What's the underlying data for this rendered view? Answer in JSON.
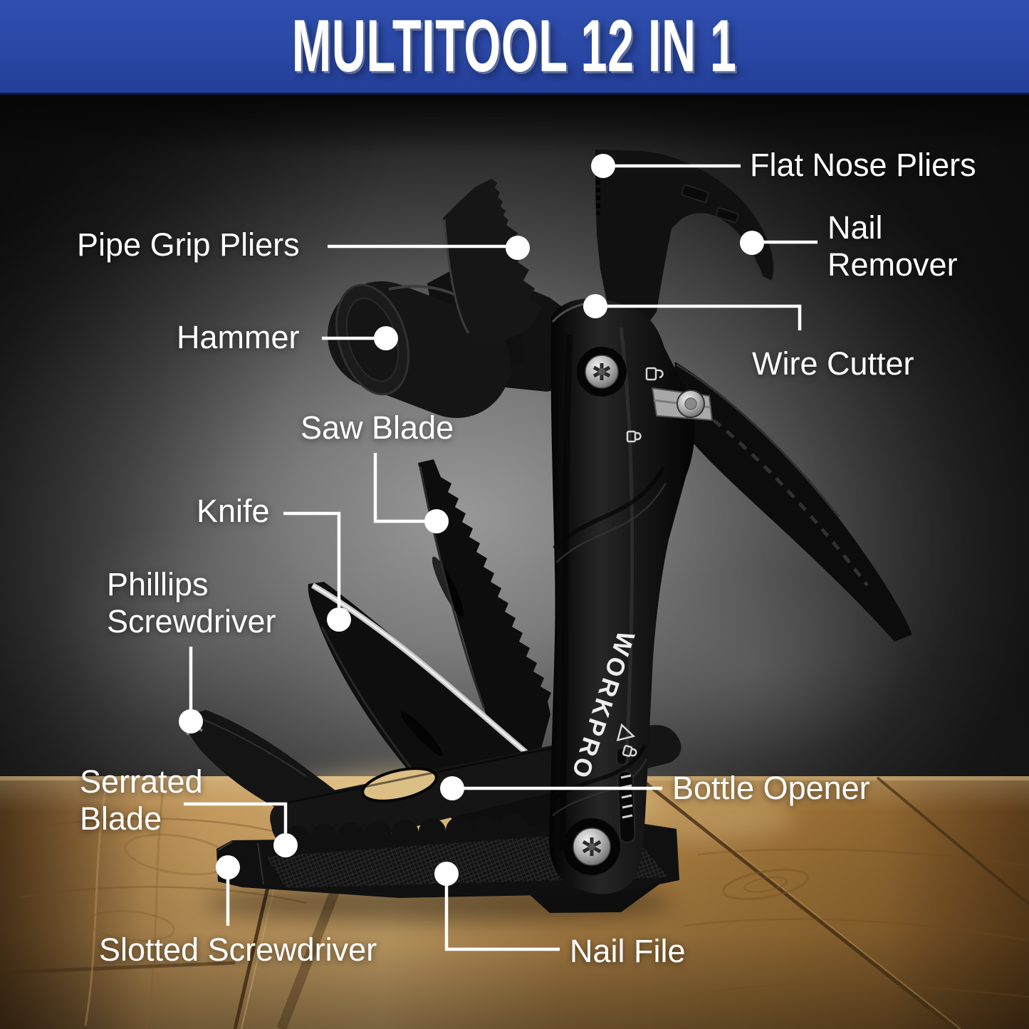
{
  "banner": {
    "title": "MULTITOOL 12 IN 1"
  },
  "brand": "WORKPRO",
  "features": [
    {
      "label": "Flat Nose Pliers"
    },
    {
      "label": "Pipe Grip Pliers"
    },
    {
      "label": "Nail Remover"
    },
    {
      "label": "Hammer"
    },
    {
      "label": "Wire Cutter"
    },
    {
      "label": "Saw Blade"
    },
    {
      "label": "Knife"
    },
    {
      "label": "Phillips Screwdriver"
    },
    {
      "label": "Serrated Blade"
    },
    {
      "label": "Bottle Opener"
    },
    {
      "label": "Slotted Screwdriver"
    },
    {
      "label": "Nail File"
    }
  ],
  "icons": {
    "handle_top": "unlock-icon",
    "handle_middle": "lock-icon",
    "handle_lower_triangle": "release-triangle-icon",
    "handle_lower_lock": "lock-icon"
  },
  "colors": {
    "banner_blue": "#2a47a5",
    "label_white": "#ffffff",
    "callout_white": "#ffffff",
    "tool_black": "#111111",
    "steel_silver": "#b0b0b0",
    "wood_brown": "#b08448",
    "background_gray": "#8a8a8a"
  }
}
